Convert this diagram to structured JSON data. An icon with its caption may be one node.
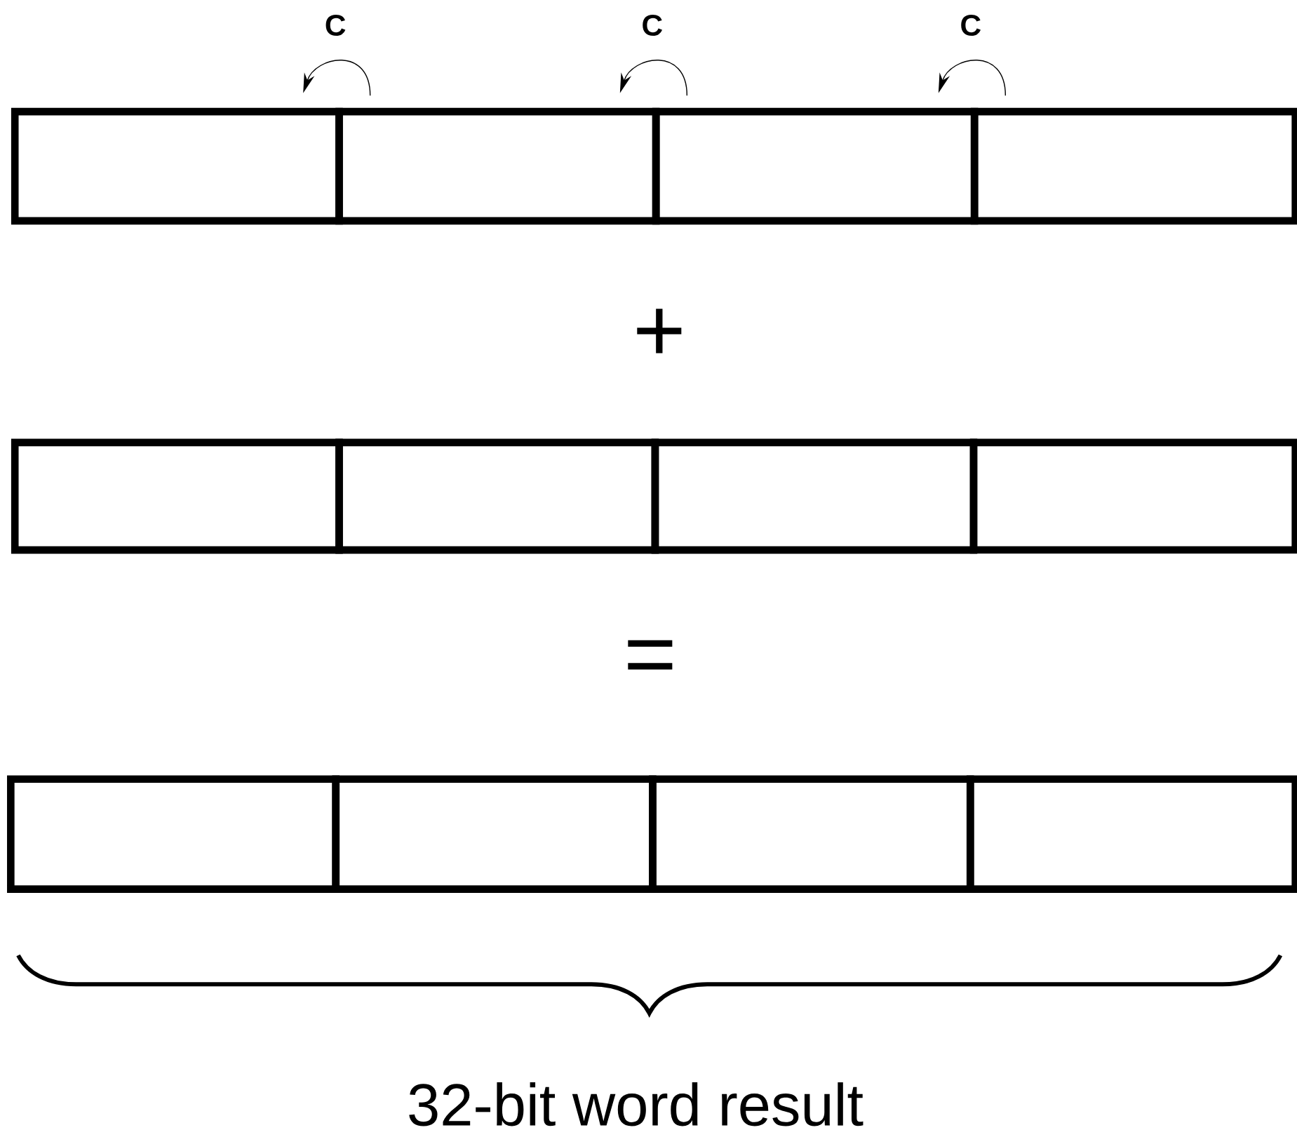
{
  "diagram": {
    "nodes": [
      {
        "text": [],
        "shape": "box"
      },
      {
        "text": [],
        "shape": "box"
      },
      {
        "text": [],
        "shape": "box"
      },
      {
        "text": [],
        "shape": "box"
      },
      {
        "text": [],
        "shape": "box"
      },
      {
        "text": [],
        "shape": "box"
      },
      {
        "text": [],
        "shape": "box"
      },
      {
        "text": [],
        "shape": "box"
      },
      {
        "text": [],
        "shape": "box"
      },
      {
        "text": [],
        "shape": "box"
      },
      {
        "text": [],
        "shape": "box"
      },
      {
        "text": [],
        "shape": "box"
      }
    ],
    "edges": [
      {
        "from": 1,
        "to": 0,
        "arrow": "to",
        "label": "C"
      },
      {
        "from": 2,
        "to": 1,
        "arrow": "to",
        "label": "C"
      },
      {
        "from": 3,
        "to": 2,
        "arrow": "to",
        "label": "C"
      }
    ],
    "labels": [
      "+",
      "=",
      "32-bit word result"
    ]
  }
}
